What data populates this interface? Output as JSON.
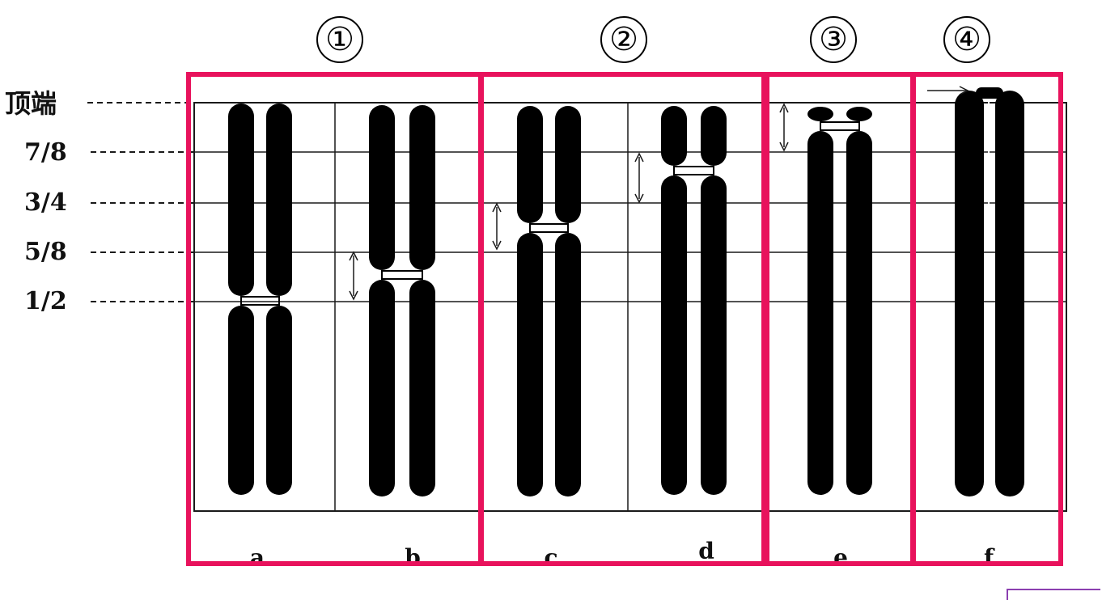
{
  "group_numbers": [
    "①",
    "②",
    "③",
    "④"
  ],
  "position_labels": [
    "顶端",
    "7/8",
    "3/4",
    "5/8",
    "1/2"
  ],
  "chromosome_labels": [
    "a",
    "b",
    "c",
    "d",
    "e",
    "f"
  ],
  "colors": {
    "highlight_box": "#e8125c",
    "chromosome": "#000000",
    "grid_line": "#1a1a1a",
    "corner_box": "#8b3fb0"
  }
}
